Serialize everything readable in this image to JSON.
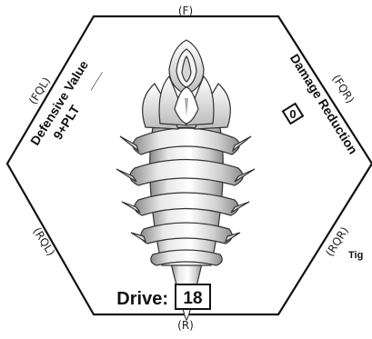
{
  "arcs": {
    "front": "(F)",
    "front_left": "(FQL)",
    "front_right": "(FQR)",
    "rear_left": "(RQL)",
    "rear_right": "(RQR)",
    "rear": "(R)"
  },
  "defense": {
    "title": "Defensive Value",
    "value": "9+PLT",
    "blank": "___"
  },
  "damage_reduction": {
    "title": "Damage Reduction",
    "value": "0"
  },
  "drive": {
    "label": "Drive:",
    "value": "18"
  },
  "edge_text": "Tig",
  "colors": {
    "outline": "#111111",
    "background": "#ffffff",
    "ship_light": "#f4f4f4",
    "ship_mid": "#c9c9c9",
    "ship_dark": "#7a7a7a"
  },
  "icons": {
    "ship": "organic-segmented-ship-icon"
  }
}
